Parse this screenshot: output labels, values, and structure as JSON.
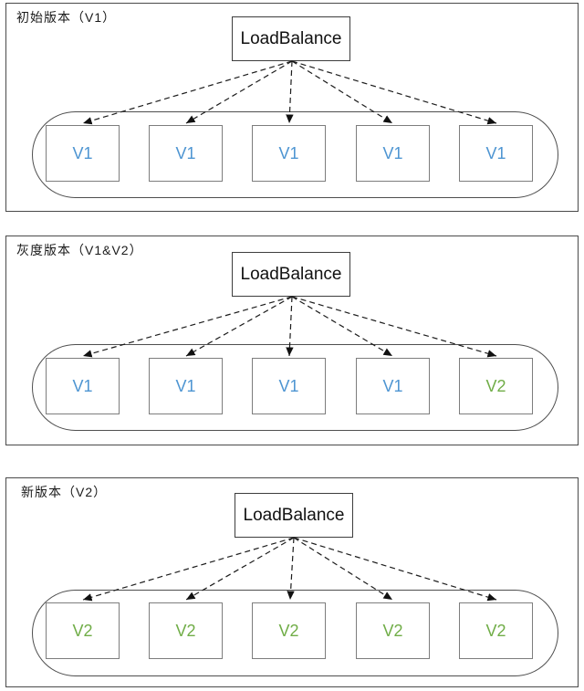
{
  "diagram": {
    "colors": {
      "v1_text": "#4e95d2",
      "v2_text": "#70ad47",
      "arrow_line": "#1c1c1c",
      "panel_border": "#4a4a4a",
      "node_border": "#7d7d7d"
    },
    "panels": [
      {
        "title": "初始版本（V1）",
        "balancer_label": "LoadBalance",
        "nodes": [
          {
            "label": "V1",
            "color": "#4e95d2"
          },
          {
            "label": "V1",
            "color": "#4e95d2"
          },
          {
            "label": "V1",
            "color": "#4e95d2"
          },
          {
            "label": "V1",
            "color": "#4e95d2"
          },
          {
            "label": "V1",
            "color": "#4e95d2"
          }
        ]
      },
      {
        "title": "灰度版本（V1&V2）",
        "balancer_label": "LoadBalance",
        "nodes": [
          {
            "label": "V1",
            "color": "#4e95d2"
          },
          {
            "label": "V1",
            "color": "#4e95d2"
          },
          {
            "label": "V1",
            "color": "#4e95d2"
          },
          {
            "label": "V1",
            "color": "#4e95d2"
          },
          {
            "label": "V2",
            "color": "#70ad47"
          }
        ]
      },
      {
        "title": "新版本（V2）",
        "balancer_label": "LoadBalance",
        "nodes": [
          {
            "label": "V2",
            "color": "#70ad47"
          },
          {
            "label": "V2",
            "color": "#70ad47"
          },
          {
            "label": "V2",
            "color": "#70ad47"
          },
          {
            "label": "V2",
            "color": "#70ad47"
          },
          {
            "label": "V2",
            "color": "#70ad47"
          }
        ]
      }
    ]
  }
}
